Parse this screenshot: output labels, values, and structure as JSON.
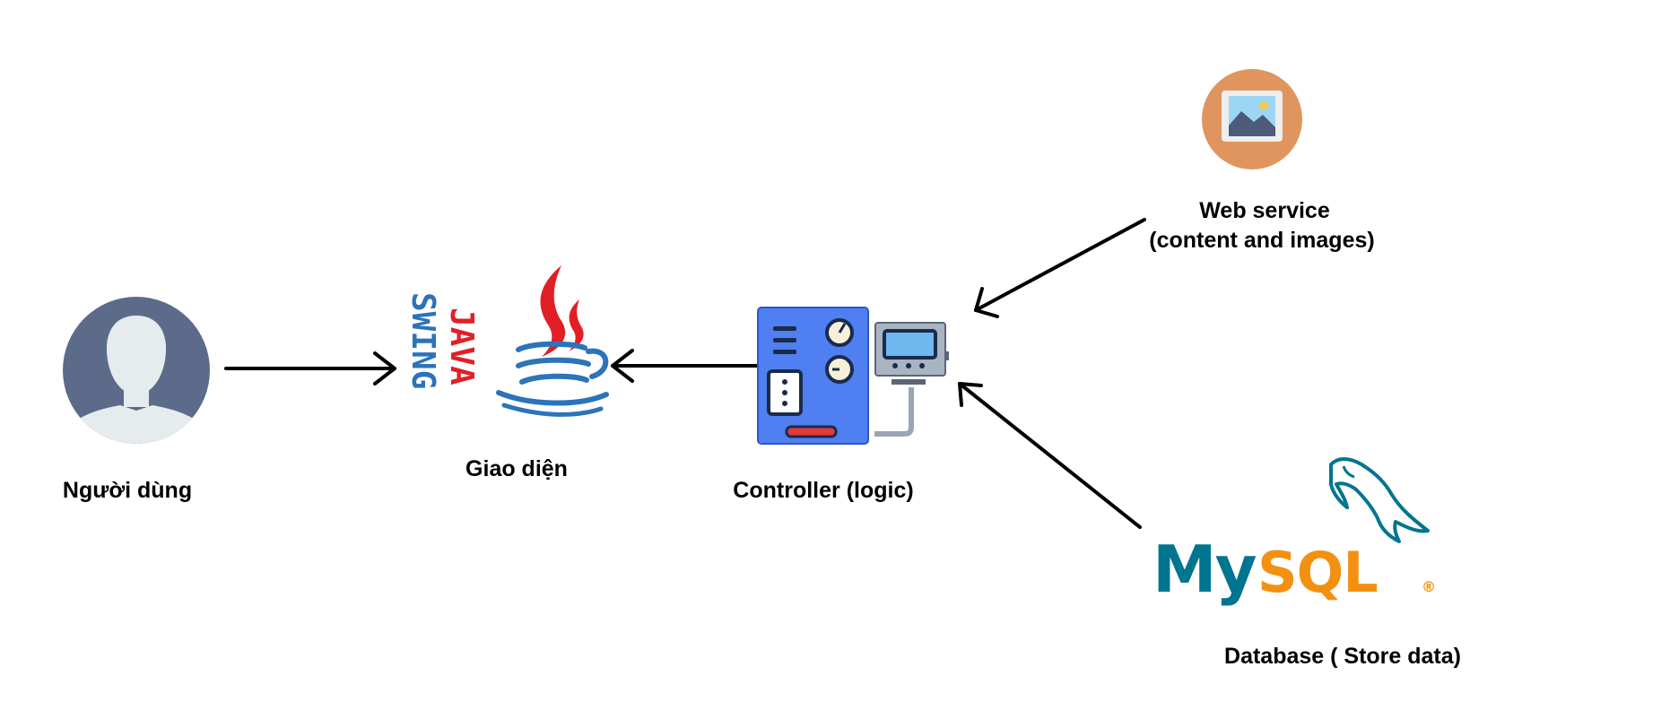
{
  "nodes": {
    "user": {
      "label": "Người dùng"
    },
    "ui": {
      "label": "Giao diện",
      "logo_line1": "JAVA",
      "logo_line2": "SWING"
    },
    "controller": {
      "label": "Controller (logic)"
    },
    "webservice": {
      "label_line1": "Web service",
      "label_line2": "(content and images)"
    },
    "database": {
      "label": "Database ( Store data)",
      "logo_my": "My",
      "logo_sql": "SQL",
      "logo_reg": "®"
    }
  },
  "colors": {
    "user_circle": "#5c6b8a",
    "user_silhouette": "#e6ebee",
    "java_red": "#e21f26",
    "java_blue": "#2d73b9",
    "controller_blue": "#4f7ff0",
    "panel_grey": "#a9b4c2",
    "screen_blue": "#6fb8ef",
    "image_orange": "#e1955e",
    "mysql_blue": "#00758f",
    "mysql_orange": "#f29111"
  },
  "icons": {
    "user": "user-avatar-icon",
    "java": "java-cup-icon",
    "controller": "control-panel-icon",
    "webservice": "image-icon",
    "database": "mysql-dolphin-icon"
  }
}
